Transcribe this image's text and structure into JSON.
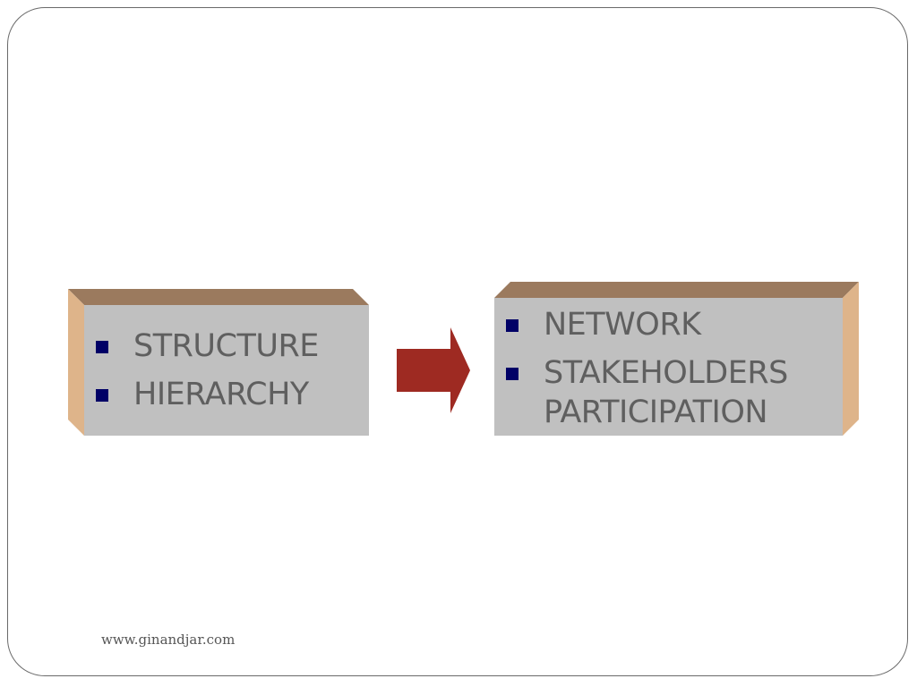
{
  "left_box": {
    "items": [
      "STRUCTURE",
      "HIERARCHY"
    ]
  },
  "right_box": {
    "items": [
      "NETWORK",
      "STAKEHOLDERS PARTICIPATION"
    ]
  },
  "footer": {
    "website": "www.ginandjar.com"
  },
  "colors": {
    "box_front": "#c0c0c0",
    "box_top": "#9b7a5e",
    "box_side": "#deb48a",
    "bullet": "#000066",
    "arrow": "#9e2a22",
    "text": "#5f5f5f"
  }
}
